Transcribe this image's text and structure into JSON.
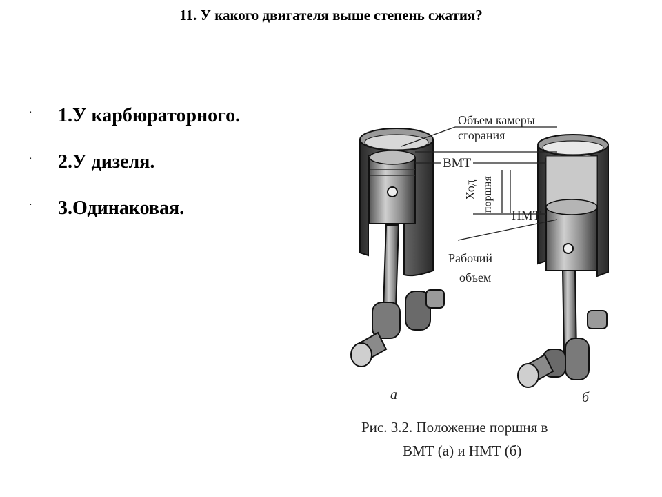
{
  "slide": {
    "title": "11. У какого двигателя выше степень сжатия?"
  },
  "options": [
    {
      "bullet": "·",
      "label": "1.У карбюраторного."
    },
    {
      "bullet": "·",
      "label": "2.У дизеля."
    },
    {
      "bullet": "·",
      "label": "3.Одинаковая."
    }
  ],
  "figure": {
    "label_chamber_1": "Объем камеры",
    "label_chamber_2": "сгорания",
    "label_tdc": "ВМТ",
    "label_stroke_1": "Ход",
    "label_stroke_2": "поршня",
    "label_bdc": "НМТ",
    "label_work_1": "Рабочий",
    "label_work_2": "объем",
    "label_a": "а",
    "label_b": "б",
    "caption_1": "Рис. 3.2. Положение поршня в",
    "caption_2": "ВМТ (а) и НМТ (б)"
  }
}
